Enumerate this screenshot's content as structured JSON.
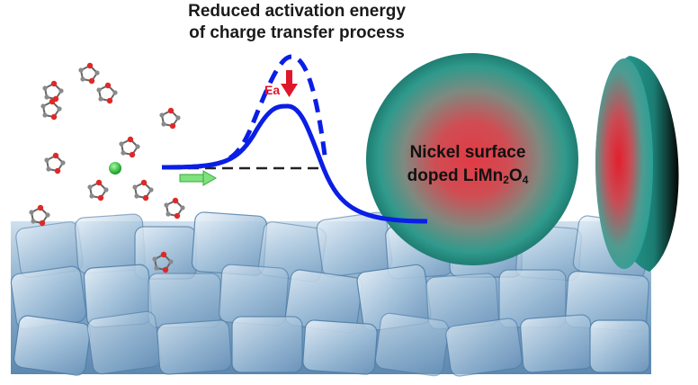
{
  "title": {
    "line1": "Reduced activation energy",
    "line2": "of charge transfer process"
  },
  "energy_label": "Ea",
  "particle_label": {
    "line1": "Nickel surface",
    "line2_main": "doped LiMn",
    "line2_sub1": "2",
    "line2_mid": "O",
    "line2_sub2": "4"
  },
  "colors": {
    "curve": "#0a1ee6",
    "arrow_ea": "#e0162a",
    "arrow_flow": "#5cd65c",
    "sphere_core": "#e0434a",
    "sphere_edge": "#2d9a8e",
    "ice": "#8fb6d6"
  },
  "icons": [
    "molecule-icon",
    "lithium-ion-icon",
    "flow-arrow-icon",
    "energy-arrow-icon"
  ]
}
